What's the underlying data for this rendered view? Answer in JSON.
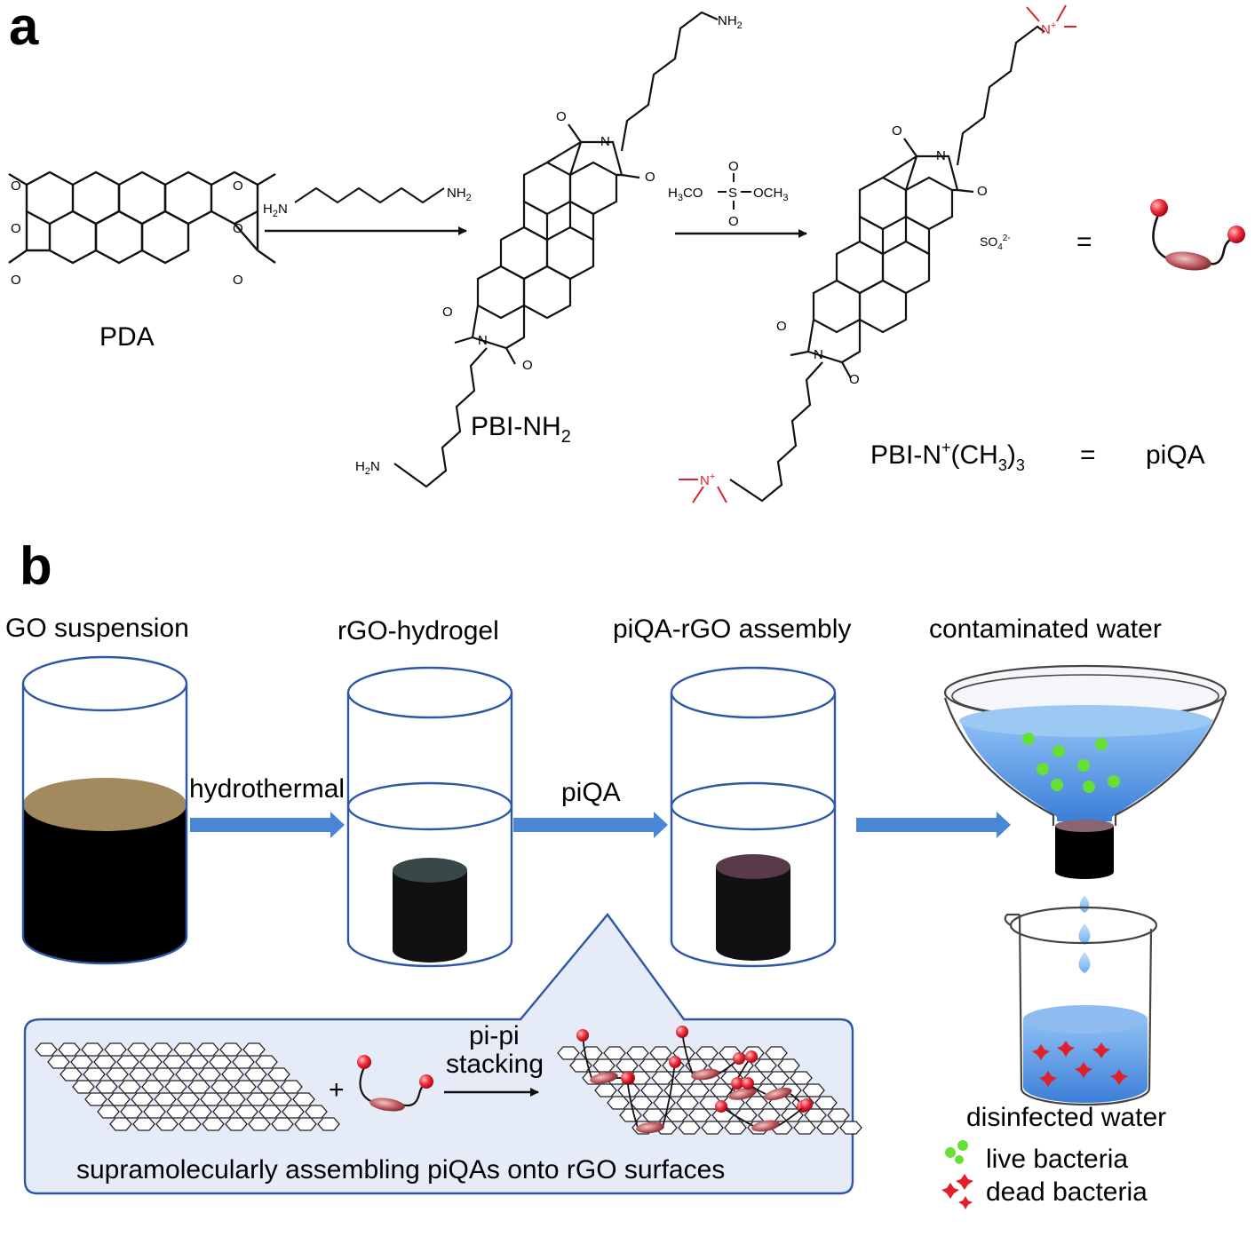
{
  "panel_a": {
    "letter": "a",
    "reagent1": {
      "left": "H",
      "left_sub": "2",
      "left_tail": "N",
      "right": "NH",
      "right_sub": "2"
    },
    "reagent2": {
      "s": "S",
      "o": "O",
      "left": "H",
      "left_sub": "3",
      "left_tail": "CO",
      "right": "OCH",
      "right_sub": "3"
    },
    "pda": {
      "label": "PDA",
      "o": "O"
    },
    "pbi_nh2": {
      "label": "PBI-NH",
      "label_sub": "2",
      "nh2": "NH",
      "nh2_sub": "2",
      "h2n": "H",
      "h2n_sub": "2",
      "h2n_tail": "N",
      "n": "N",
      "o": "O"
    },
    "pbi_q": {
      "label_main": "PBI-N",
      "label_sup": "+",
      "label_rest": "(CH",
      "label_sub": "3",
      "label_close": ")",
      "label_sub2": "3",
      "equals": "=",
      "short_name": "piQA",
      "n": "N",
      "n_sup": "+",
      "o": "O",
      "counterion": "SO",
      "counterion_sub": "4",
      "counterion_sup": "2-"
    },
    "icon_equals": "="
  },
  "panel_b": {
    "letter": "b",
    "stage_labels": [
      "GO  suspension",
      "rGO-hydrogel",
      "piQA-rGO assembly",
      "contaminated  water"
    ],
    "arrow_labels": [
      "hydrothermal",
      "piQA"
    ],
    "inset": {
      "caption": "supramolecularly assembling piQAs onto rGO surfaces",
      "plus": "+",
      "step_label_1": "pi-pi",
      "step_label_2": "stacking"
    },
    "output_label": "disinfected water",
    "legend": [
      {
        "label": "live bacteria",
        "color": "#66e033"
      },
      {
        "label": "dead bacteria",
        "color": "#e0202a"
      }
    ]
  },
  "colors": {
    "arrow_blue": "#4a86d6",
    "outline_blue": "#2e56a8",
    "water_blue": "#4f8fe0",
    "inset_bg": "#e6ebf8",
    "charge_red": "#e0202a",
    "go_brown": "#a38a5e"
  }
}
